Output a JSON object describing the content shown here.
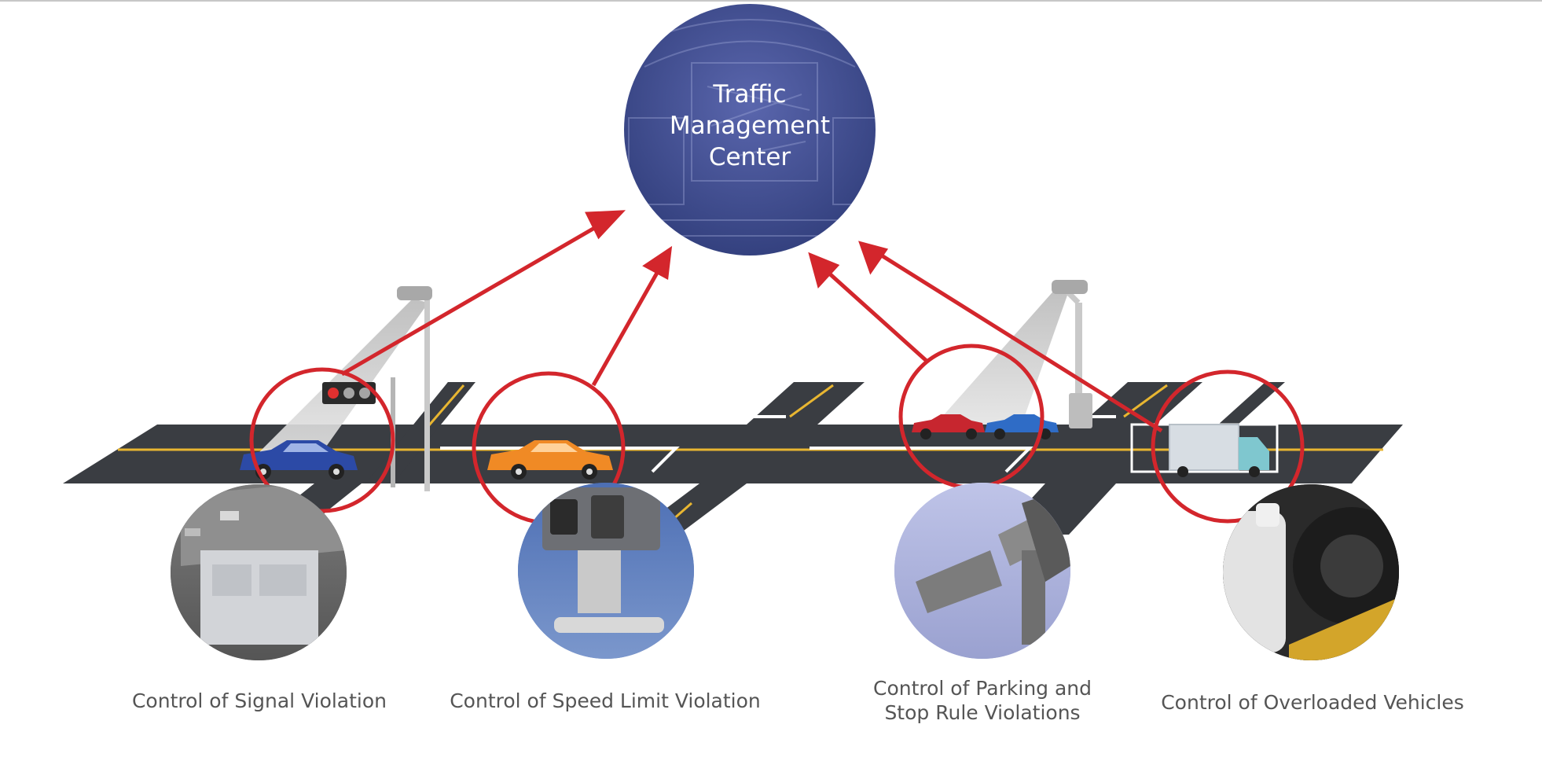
{
  "center": {
    "title_lines": [
      "Traffic",
      "Management",
      "Center"
    ]
  },
  "controls": {
    "signal_violation": "Control of Signal Violation",
    "speed_limit_violation": "Control of Speed Limit Violation",
    "parking_stop_violation_lines": [
      "Control of Parking and",
      "Stop Rule Violations"
    ],
    "overloaded_vehicles": "Control of Overloaded Vehicles"
  },
  "colors": {
    "center_circle": "#3f4d93",
    "arrow": "#d3262c",
    "road": "#3a3d42",
    "lane_yellow": "#e8b631",
    "lane_white": "#ffffff"
  }
}
